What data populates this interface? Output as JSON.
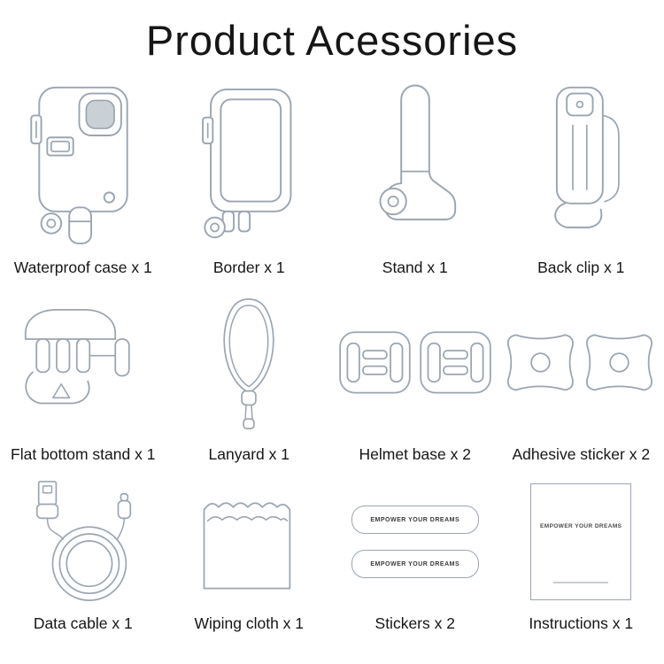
{
  "title": "Product Acessories",
  "colors": {
    "line": "#9aa5b1",
    "ink": "#161616",
    "lens": "#c9d0d6"
  },
  "items": [
    {
      "label": "Waterproof case x 1",
      "icon": "waterproof-case-icon"
    },
    {
      "label": "Border x 1",
      "icon": "border-frame-icon"
    },
    {
      "label": "Stand x 1",
      "icon": "stand-icon"
    },
    {
      "label": "Back clip x 1",
      "icon": "back-clip-icon"
    },
    {
      "label": "Flat bottom stand x 1",
      "icon": "flat-bottom-stand-icon"
    },
    {
      "label": "Lanyard x 1",
      "icon": "lanyard-icon"
    },
    {
      "label": "Helmet base x 2",
      "icon": "helmet-base-icon"
    },
    {
      "label": "Adhesive sticker x 2",
      "icon": "adhesive-sticker-icon"
    },
    {
      "label": "Data cable x 1",
      "icon": "data-cable-icon"
    },
    {
      "label": "Wiping cloth x 1",
      "icon": "wiping-cloth-icon"
    },
    {
      "label": "Stickers x 2",
      "icon": "stickers-icon"
    },
    {
      "label": "Instructions x 1",
      "icon": "instructions-icon"
    }
  ],
  "sticker": {
    "text": "EMPOWER YOUR DREAMS"
  },
  "instructions": {
    "heading": "EMPOWER YOUR DREAMS"
  }
}
